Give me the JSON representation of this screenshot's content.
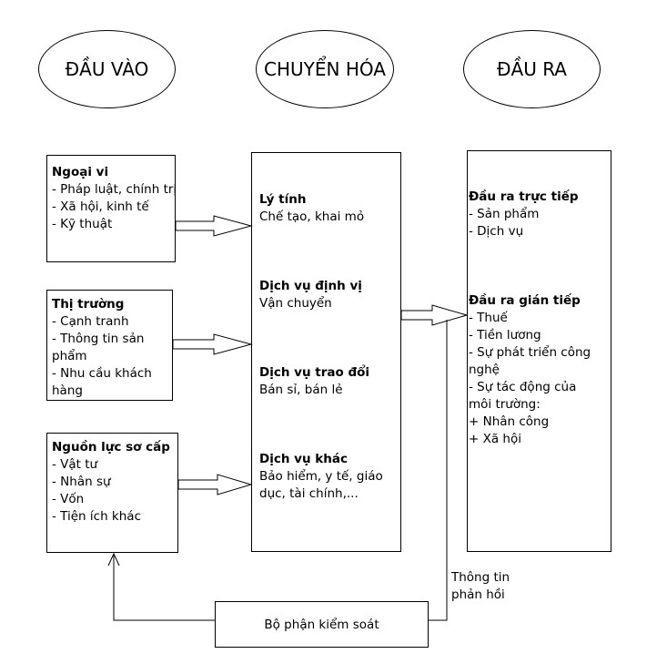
{
  "headers": {
    "input": "ĐẦU VÀO",
    "transform": "CHUYỂN HÓA",
    "output": "ĐẦU RA"
  },
  "inputs": {
    "external": {
      "title": "Ngoại vi",
      "items": [
        "- Pháp luật, chính trị",
        "- Xã hội, kinh tế",
        "- Kỹ thuật"
      ]
    },
    "market": {
      "title": "Thị trường",
      "items": [
        "- Cạnh tranh",
        "- Thông tin sản phẩm",
        "- Nhu cầu khách hàng"
      ]
    },
    "primary": {
      "title": "Nguồn lực sơ cấp",
      "items": [
        "- Vật tư",
        "- Nhân sự",
        "- Vốn",
        "- Tiện ích khác"
      ]
    }
  },
  "transform": {
    "physical": {
      "title": "Lý tính",
      "desc": "Chế tạo, khai mỏ"
    },
    "location": {
      "title": "Dịch vụ định vị",
      "desc": "Vận chuyển"
    },
    "exchange": {
      "title": "Dịch vụ trao đổi",
      "desc": "Bán sỉ, bán lẻ"
    },
    "other": {
      "title": "Dịch vụ khác",
      "desc": "Bảo hiểm, y tế, giáo dục, tài chính,..."
    }
  },
  "outputs": {
    "direct": {
      "title": "Đầu ra trực tiếp",
      "items": [
        "- Sản phẩm",
        "- Dịch vụ"
      ]
    },
    "indirect": {
      "title": "Đầu ra gián tiếp",
      "items": [
        "- Thuế",
        "- Tiền lương",
        "- Sự phát triển công nghệ",
        "- Sự tác động của môi trường:",
        "+ Nhân công",
        "+ Xã hội"
      ]
    }
  },
  "feedback": {
    "label_line1": "Thông tin",
    "label_line2": "phản hồi",
    "control": "Bộ phận kiểm soát"
  }
}
